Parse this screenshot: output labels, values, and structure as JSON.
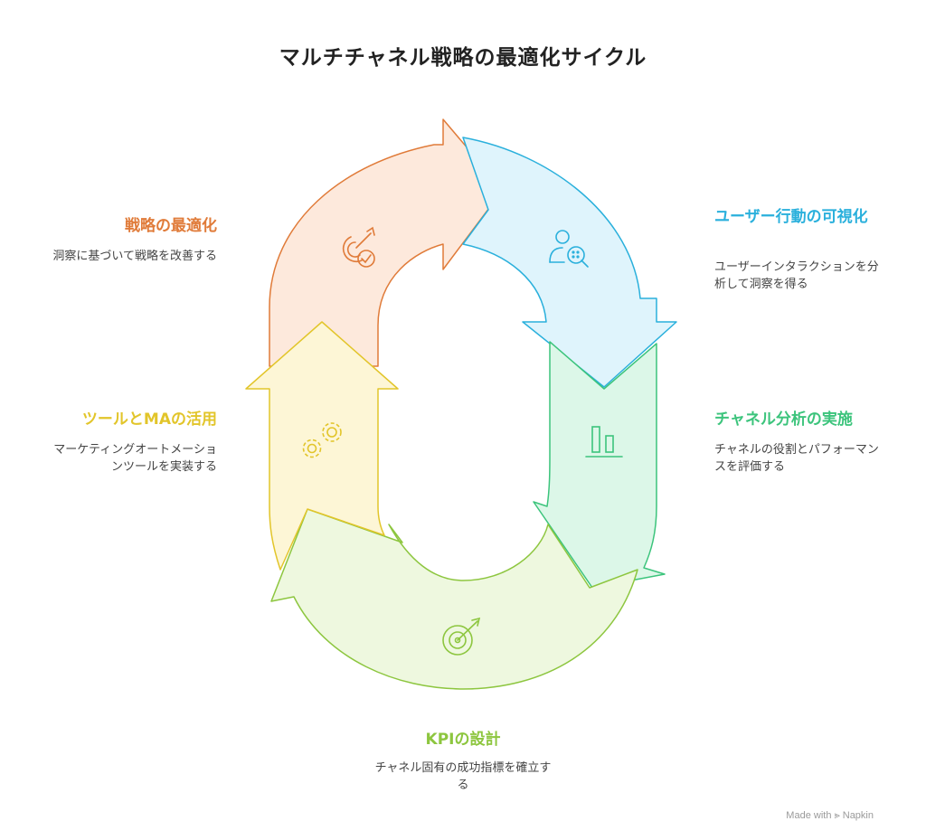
{
  "title": "マルチチャネル戦略の最適化サイクル",
  "steps": [
    {
      "id": "optimize",
      "label": "戦略の最適化",
      "desc": "洞察に基づいて戦略を改善する",
      "color": "#e07b39",
      "fill": "#fde9dc",
      "icon": "target-check-icon"
    },
    {
      "id": "visualize",
      "label": "ユーザー行動の可視化",
      "desc": "ユーザーインタラクションを分析して洞察を得る",
      "color": "#2ab0dc",
      "fill": "#dff4fc",
      "icon": "user-analysis-icon"
    },
    {
      "id": "channel",
      "label": "チャネル分析の実施",
      "desc": "チャネルの役割とパフォーマンスを評価する",
      "color": "#3cc47c",
      "fill": "#dcf7e8",
      "icon": "bar-chart-icon"
    },
    {
      "id": "kpi",
      "label": "KPIの設計",
      "desc": "チャネル固有の成功指標を確立する",
      "color": "#8dc63f",
      "fill": "#eef8df",
      "icon": "target-arrow-icon"
    },
    {
      "id": "tools",
      "label": "ツールとMAの活用",
      "desc": "マーケティングオートメーションツールを実装する",
      "color": "#e2c52a",
      "fill": "#fdf6d6",
      "icon": "gears-icon"
    }
  ],
  "watermark": "Made with ⪢ Napkin"
}
